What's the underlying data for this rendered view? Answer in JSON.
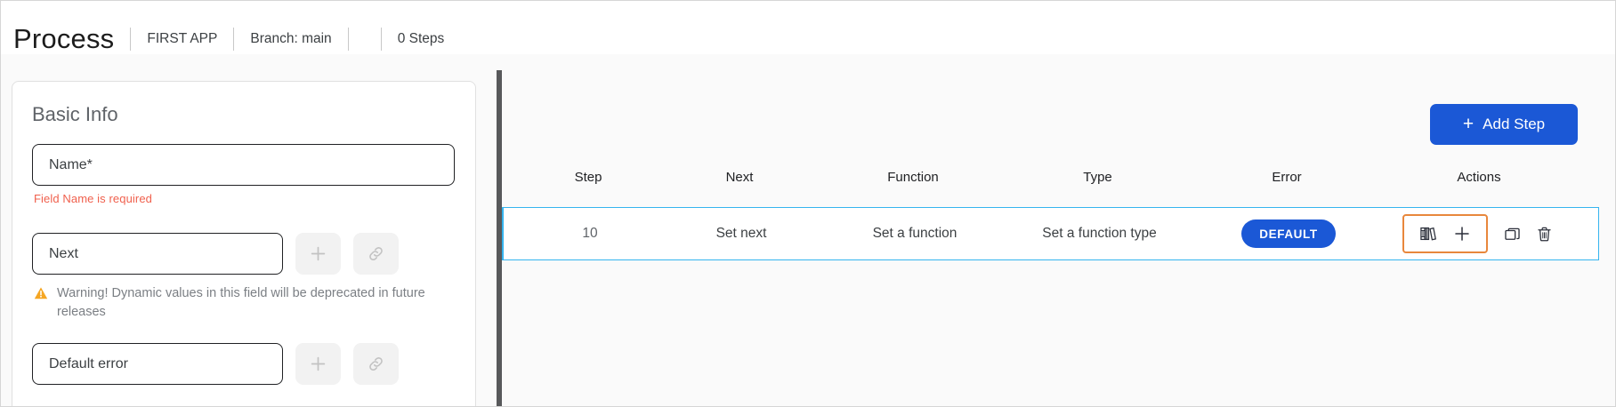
{
  "header": {
    "title": "Process",
    "app_name": "FIRST APP",
    "branch": "Branch: main",
    "steps_count": "0 Steps"
  },
  "left_panel": {
    "card_title": "Basic Info",
    "name_field": {
      "placeholder": "Name*",
      "value": "",
      "error": "Field Name is required"
    },
    "next_field": {
      "placeholder": "Next",
      "value": "",
      "warning": "Warning! Dynamic values in this field will be deprecated in future releases",
      "add_label": "+",
      "link_label": "link"
    },
    "default_error_field": {
      "placeholder": "Default error",
      "value": "",
      "add_label": "+",
      "link_label": "link"
    }
  },
  "right_panel": {
    "add_step_button": {
      "label": "Add Step",
      "icon": "plus-icon"
    },
    "table": {
      "columns": [
        "Step",
        "Next",
        "Function",
        "Type",
        "Error",
        "Actions"
      ],
      "rows": [
        {
          "step": "10",
          "next": "Set next",
          "function": "Set a function",
          "type": "Set a function type",
          "error_badge": "DEFAULT",
          "actions": [
            "library-icon",
            "plus-icon",
            "duplicate-icon",
            "trash-icon"
          ]
        }
      ]
    }
  },
  "colors": {
    "accent_blue": "#1b58d6",
    "row_highlight_border": "#35b4ef",
    "action_highlight_border": "#e8873c",
    "error_text": "#f0604d",
    "warning_icon": "#f5a623",
    "divider": "#58595b"
  }
}
